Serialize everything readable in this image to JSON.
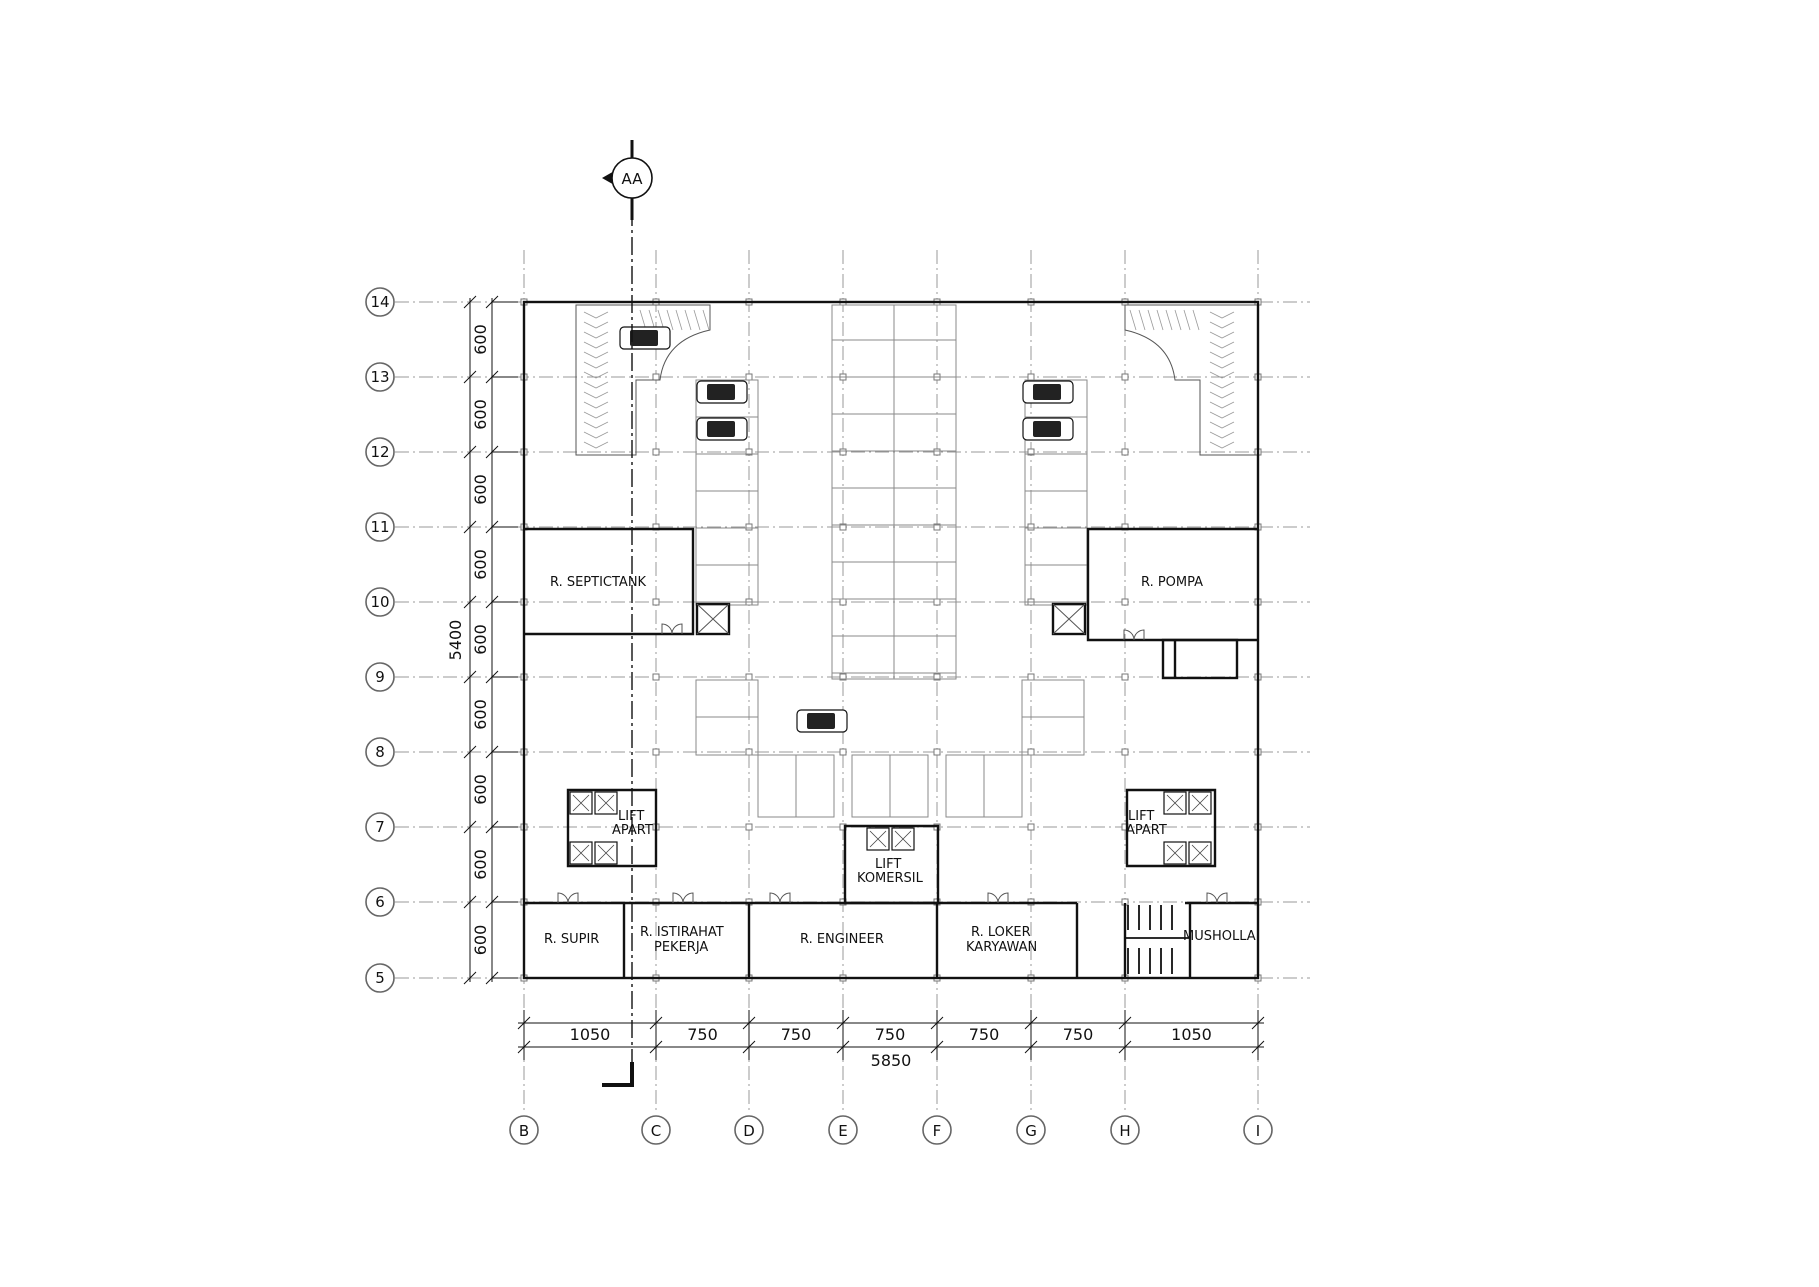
{
  "section_marker": "AA",
  "grid_columns": [
    "B",
    "C",
    "D",
    "E",
    "F",
    "G",
    "H",
    "I"
  ],
  "grid_rows": [
    "14",
    "13",
    "12",
    "11",
    "10",
    "9",
    "8",
    "7",
    "6",
    "5"
  ],
  "dimensions": {
    "row_spacings": [
      "600",
      "600",
      "600",
      "600",
      "600",
      "600",
      "600",
      "600",
      "600"
    ],
    "total_vertical": "5400",
    "column_spacings": [
      "1050",
      "750",
      "750",
      "750",
      "750",
      "750",
      "1050"
    ],
    "total_horizontal": "5850"
  },
  "rooms": {
    "septictank": "R. SEPTICTANK",
    "pompa": "R. POMPA",
    "supir": "R. SUPIR",
    "istirahat_1": "R. ISTIRAHAT",
    "istirahat_2": "PEKERJA",
    "engineer": "R. ENGINEER",
    "loker_1": "R. LOKER",
    "loker_2": "KARYAWAN",
    "musholla": "MUSHOLLA",
    "lift_apart_left_1": "LIFT",
    "lift_apart_left_2": "APART",
    "lift_apart_right_1": "LIFT",
    "lift_apart_right_2": "APART",
    "lift_komersil_1": "LIFT",
    "lift_komersil_2": "KOMERSIL"
  }
}
